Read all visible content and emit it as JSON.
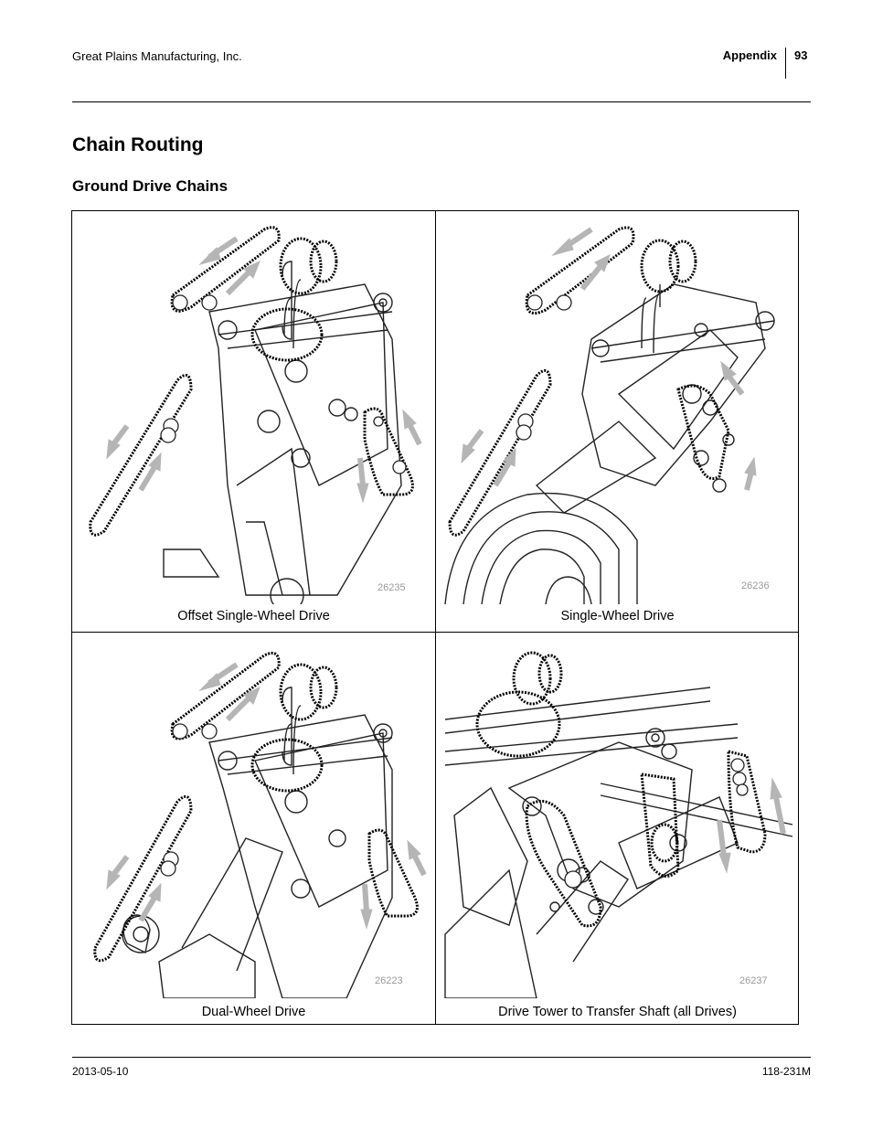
{
  "header": {
    "company": "Great Plains Manufacturing, Inc.",
    "section": "Appendix",
    "page_number": "93"
  },
  "title": "Chain Routing",
  "subtitle": "Ground Drive Chains",
  "figures": [
    {
      "caption": "Offset Single-Wheel Drive",
      "figure_number": "26235"
    },
    {
      "caption": "Single-Wheel Drive",
      "figure_number": "26236"
    },
    {
      "caption": "Dual-Wheel Drive",
      "figure_number": "26223"
    },
    {
      "caption": "Drive Tower to Transfer Shaft (all Drives)",
      "figure_number": "26237"
    }
  ],
  "footer": {
    "date": "2013-05-10",
    "doc_number": "118-231M"
  }
}
